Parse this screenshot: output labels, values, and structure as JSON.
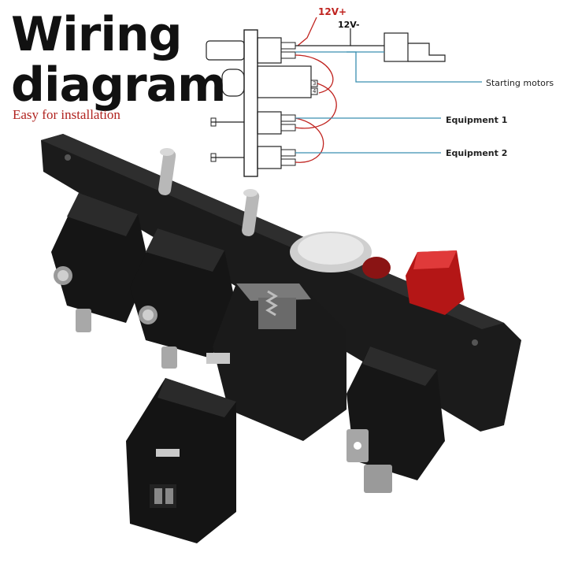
{
  "title": {
    "line1": "Wiring",
    "line2": "diagram",
    "subtitle": "Easy for installation"
  },
  "diagram": {
    "label_12v_plus": "12V+",
    "label_12v_minus": "12V-",
    "label_starting": "Starting motors",
    "label_equipment1": "Equipment 1",
    "label_equipment2": "Equipment 2",
    "pin_3": "3",
    "pin_4": "4",
    "wire_colors": {
      "positive": "#c0231f",
      "negative": "#222222",
      "signal": "#3a8fb0"
    }
  },
  "product": {
    "name": "switch-panel",
    "panel_color": "#1b1b1b",
    "accent_color": "#c41414"
  }
}
